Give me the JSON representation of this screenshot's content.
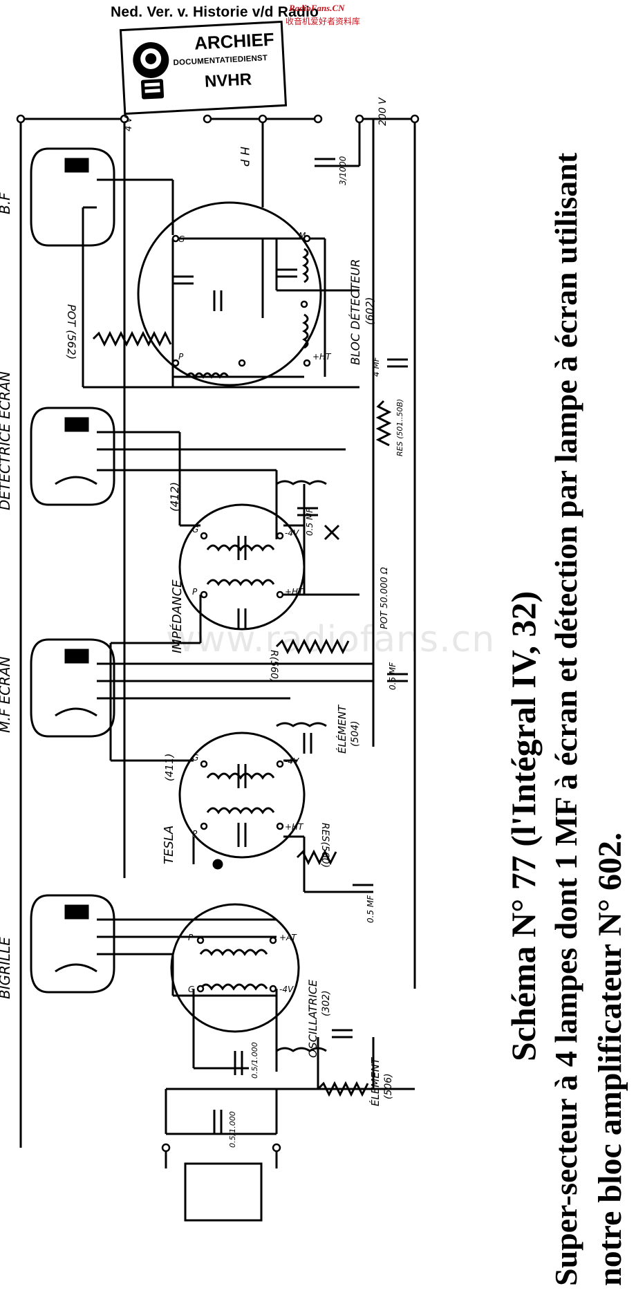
{
  "header": {
    "text": "Ned. Ver. v. Historie v/d Radio",
    "watermark_brand": "RadioFans.CN",
    "watermark_tagline": "收音机爱好者资料库"
  },
  "stamp": {
    "title": "ARCHIEF",
    "subtitle": "DOCUMENTATIEDIENST",
    "org": "NVHR"
  },
  "site_watermark": "www.radiofans.cn",
  "caption": {
    "title": "Schéma N° 77 (l'Intégral IV, 32)",
    "line1": "Super-secteur à 4 lampes dont 1 MF à écran et détection par lampe à écran utilisant",
    "line2": "notre bloc amplificateur N° 602."
  },
  "labels": {
    "tube_bf": "B.F",
    "tube_det": "DÉTECTRICE ECRAN",
    "tube_mf": "M.F ECRAN",
    "tube_bigrille": "BIGRILLE",
    "volt_4": "4 V",
    "volt_200": "200 V",
    "hp": "H P",
    "cap_3_1000": "3/1000",
    "bloc_detecteur": "BLOC DÉTECTEUR",
    "bloc_num": "(602)",
    "pot_top": "POT (562)",
    "cap_4mf": "4 MF",
    "res_bias": "RES (501..50B)",
    "impedance": "IMPÉDANCE",
    "impedance_num": "(412)",
    "cap_05_a": "0.5 MF",
    "pot_50000": "POT 50.000 Ω",
    "res_560": "R(560)",
    "cap_05_b": "0.5 MF",
    "element_504": "ÉLÉMENT",
    "element_504_num": "(504)",
    "tesla": "TESLA",
    "tesla_num": "(411)",
    "res_560b": "RES(560)",
    "cap_05_c": "0.5 MF",
    "oscillatrice": "OSCILLATRICE",
    "oscillatrice_num": "(302)",
    "cap_05_1000_a": "0.5/1.000",
    "element_506": "ÉLÉMENT",
    "element_506_num": "(506)",
    "cap_05_1000_b": "0.5/1.000",
    "pin_g": "G",
    "pin_p": "P",
    "pin_m": "M",
    "pin_ht": "+HT",
    "pin_4v": "-4V",
    "pin_at": "+AT"
  }
}
